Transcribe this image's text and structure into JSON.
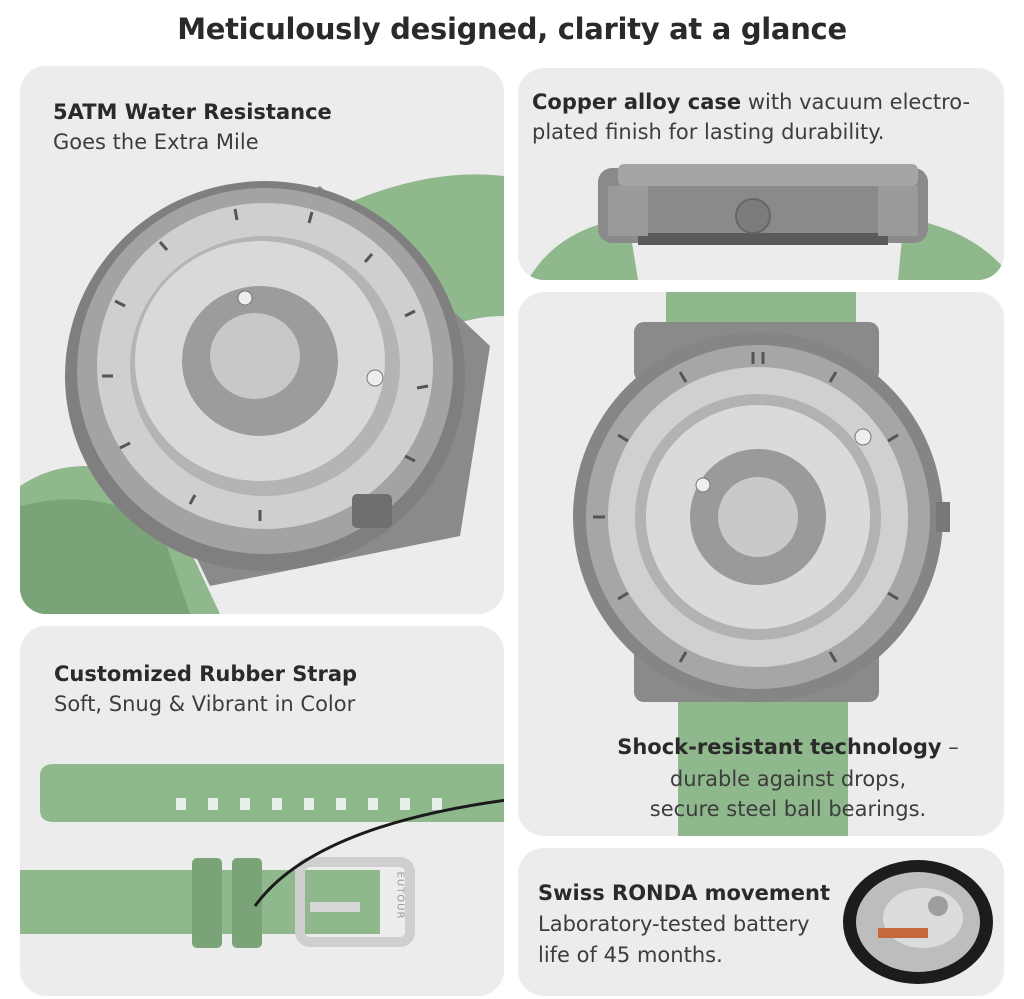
{
  "headline": "Meticulously designed, clarity at a glance",
  "panels": {
    "water": {
      "title": "5ATM Water Resistance",
      "subtitle": "Goes the Extra Mile"
    },
    "case": {
      "title": "Copper alloy case",
      "text": " with vacuum electro-plated finish for lasting durability."
    },
    "shock": {
      "title": "Shock-resistant technology",
      "dash": " –",
      "line1": "durable against drops,",
      "line2": "secure steel ball bearings."
    },
    "strap": {
      "title": "Customized Rubber Strap",
      "subtitle": "Soft, Snug & Vibrant in Color",
      "buckle_brand": "EUTOUR"
    },
    "movement": {
      "title": "Swiss RONDA movement",
      "line1": "Laboratory-tested battery",
      "line2": "life of 45 months."
    }
  },
  "colors": {
    "panel": "#ececec",
    "strap": "#8fb88c",
    "strap_dark": "#7aa477",
    "case": "#8e8e8e",
    "dial": "#c9c9c9"
  }
}
